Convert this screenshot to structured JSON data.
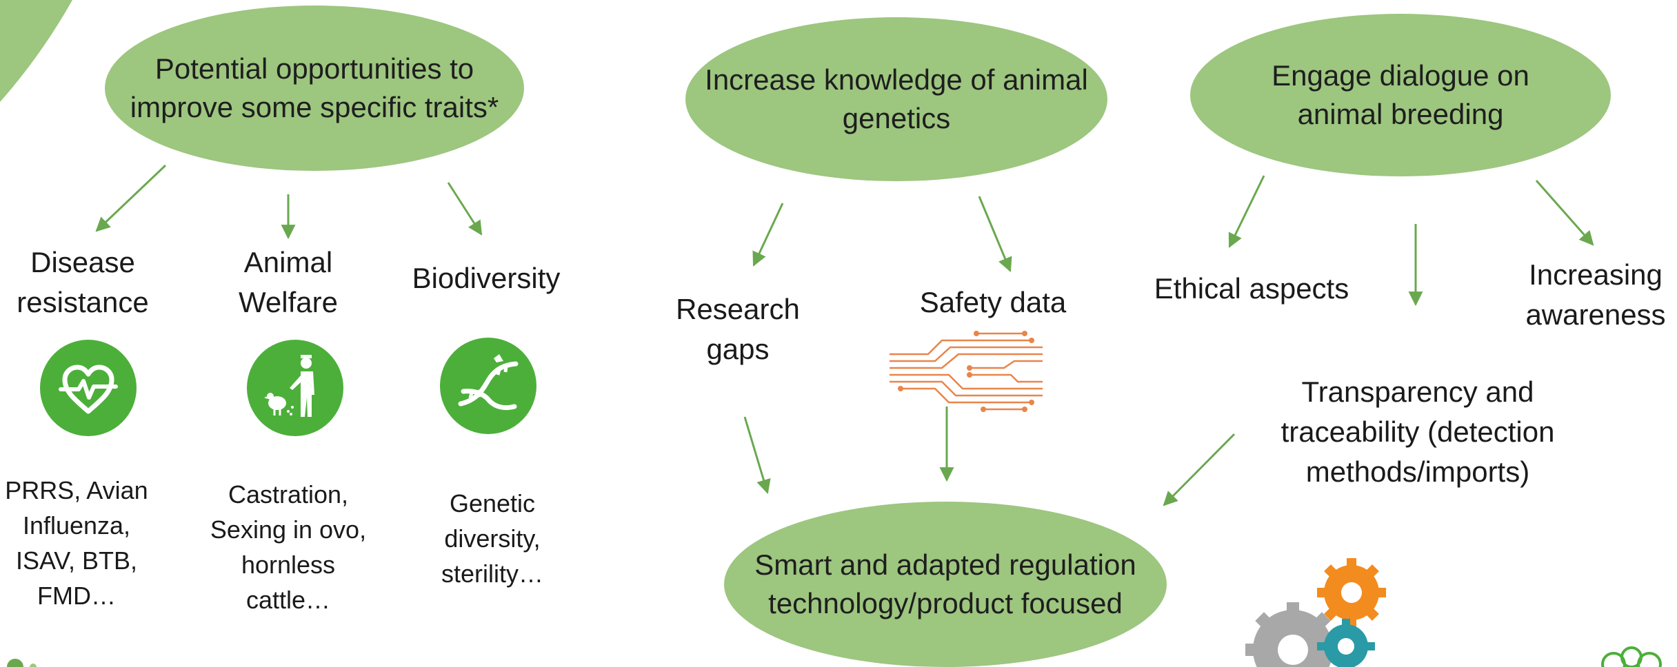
{
  "colors": {
    "ellipse": "#9dc67f",
    "arrow": "#6aa84f",
    "icon_bg": "#4caf3a",
    "circuit": "#e8854a"
  },
  "bubbles": {
    "opportunities": "Potential opportunities to improve some specific traits*",
    "knowledge": "Increase knowledge of animal genetics",
    "dialogue": "Engage dialogue on animal breeding",
    "regulation": "Smart and adapted regulation technology/product focused"
  },
  "traits": {
    "disease": {
      "label": "Disease resistance",
      "examples": "PRRS, Avian Influenza, ISAV, BTB, FMD…",
      "icon": "heart-pulse-icon"
    },
    "welfare": {
      "label": "Animal Welfare",
      "examples": "Castration, Sexing in ovo, hornless cattle…",
      "icon": "farmer-chicken-icon"
    },
    "biodiversity": {
      "label": "Biodiversity",
      "examples": "Genetic diversity, sterility…",
      "icon": "dna-icon"
    }
  },
  "knowledge_items": {
    "research": "Research gaps",
    "safety": "Safety data",
    "safety_icon": "circuit-icon"
  },
  "dialogue_items": {
    "ethical": "Ethical aspects",
    "awareness": "Increasing awareness",
    "transparency": "Transparency and traceability (detection methods/imports)"
  },
  "decor": {
    "gears_icon": "gears-icon",
    "logo_icon": "logo-icon"
  }
}
